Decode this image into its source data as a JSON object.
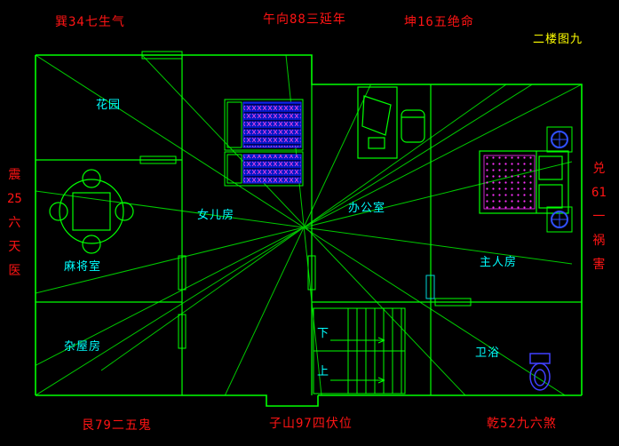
{
  "title_label": "二楼图九",
  "compass": {
    "top_left": "巽34七生气",
    "top_center": "午向88三延年",
    "top_right": "坤16五绝命",
    "bottom_left": "艮79二五鬼",
    "bottom_center": "子山97四伏位",
    "bottom_right": "乾52九六煞",
    "left": [
      "震",
      "25",
      "六",
      "天",
      "医"
    ],
    "right": [
      "兑",
      "61",
      "一",
      "祸",
      "害"
    ]
  },
  "rooms": {
    "garden": "花园",
    "mahjong_room": "麻将室",
    "storage_room": "杂屋房",
    "daughter_room": "女儿房",
    "office": "办公室",
    "master_room": "主人房",
    "bathroom": "卫浴",
    "stairs_down": "下",
    "stairs_up": "上"
  },
  "colors": {
    "background": "#000000",
    "wall_green": "#00ff00",
    "ray_green": "#00c800",
    "direction_text_red": "#ff1414",
    "room_text_cyan": "#00ffff",
    "title_text_yellow": "#ffff00",
    "furniture_blue": "#2030ff",
    "pattern_magenta": "#ff30ff"
  }
}
